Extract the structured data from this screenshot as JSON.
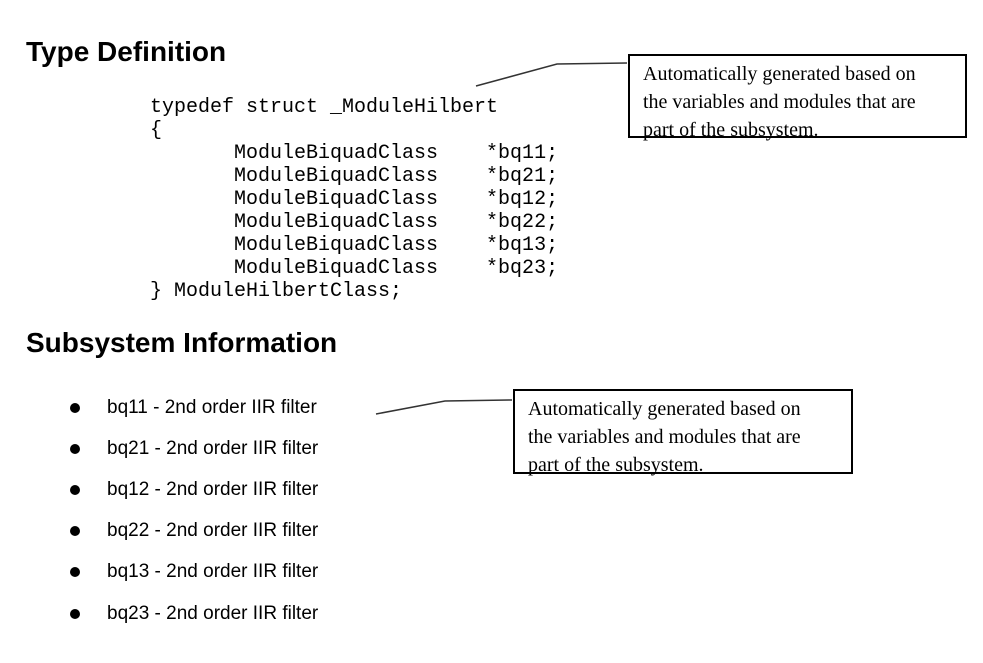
{
  "colors": {
    "background": "#ffffff",
    "text": "#000000",
    "callout_border": "#000000",
    "connector_line": "#333333"
  },
  "type_definition": {
    "heading": "Type Definition",
    "code": "typedef struct _ModuleHilbert\n{\n       ModuleBiquadClass    *bq11;\n       ModuleBiquadClass    *bq21;\n       ModuleBiquadClass    *bq12;\n       ModuleBiquadClass    *bq22;\n       ModuleBiquadClass    *bq13;\n       ModuleBiquadClass    *bq23;\n} ModuleHilbertClass;"
  },
  "callouts": {
    "code_note": {
      "lines": [
        "Automatically generated based on",
        "the variables and modules that are",
        "part of the subsystem."
      ]
    },
    "list_note": {
      "lines": [
        "Automatically generated based on",
        "the variables and modules that are",
        "part of the subsystem."
      ]
    }
  },
  "subsystem": {
    "heading": "Subsystem Information",
    "items": [
      "bq11 - 2nd order IIR filter",
      "bq21 - 2nd order IIR filter",
      "bq12 - 2nd order IIR filter",
      "bq22 - 2nd order IIR filter",
      "bq13 - 2nd order IIR filter",
      "bq23 - 2nd order IIR filter"
    ]
  }
}
